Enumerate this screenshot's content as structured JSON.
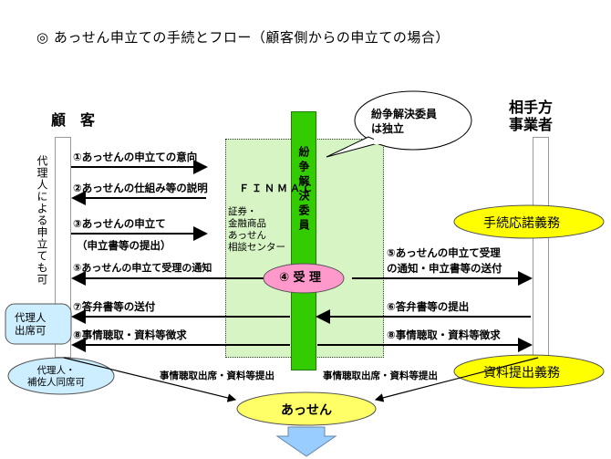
{
  "title": "◎ あっせん申立ての手続とフロー（顧客側からの申立ての場合）",
  "customer_label": "顧　客",
  "company_label": "相手方\n事業者",
  "agent_note": "代理人による申立ても可",
  "agent_attend": "代理人\n出席可",
  "agent_assist": "代理人・\n補佐人同席可",
  "center_bar_text": "紛争解決委員",
  "callout": "紛争解決委員\nは独立",
  "finmac_title": "ＦＩＮＭＡＣ",
  "finmac_sub": "証券・\n金融商品\nあっせん\n相談センター",
  "reception": "④ 受 理",
  "duty_procedure": "手続応諾義務",
  "duty_materials": "資料提出義務",
  "left_steps": [
    "①あっせんの申立ての意向",
    "②あっせんの仕組み等の説明",
    "③あっせんの申立て",
    "（申立書等の提出）",
    "⑤あっせんの申立て受理の通知",
    "⑦答弁書等の送付",
    "⑧事情聴取・資料等徴求"
  ],
  "right_steps": [
    "⑤あっせんの申立て受理",
    "の通知・申立書等の送付",
    "⑥答弁書等の提出",
    "⑧事情聴取・資料等徴求"
  ],
  "bottom_left_caption": "事情聴取出席・資料等提出",
  "bottom_right_caption": "事情聴取出席・資料等提出",
  "final": "あっせん",
  "colors": {
    "center_bar": "#33cc00",
    "finmac_zone": "#d7f5c4",
    "reception": "#ff99cc",
    "duty": "#ffff00",
    "final": "#ffff66",
    "agent_box": "#cceeff",
    "down_arrow": "#99ccff"
  }
}
